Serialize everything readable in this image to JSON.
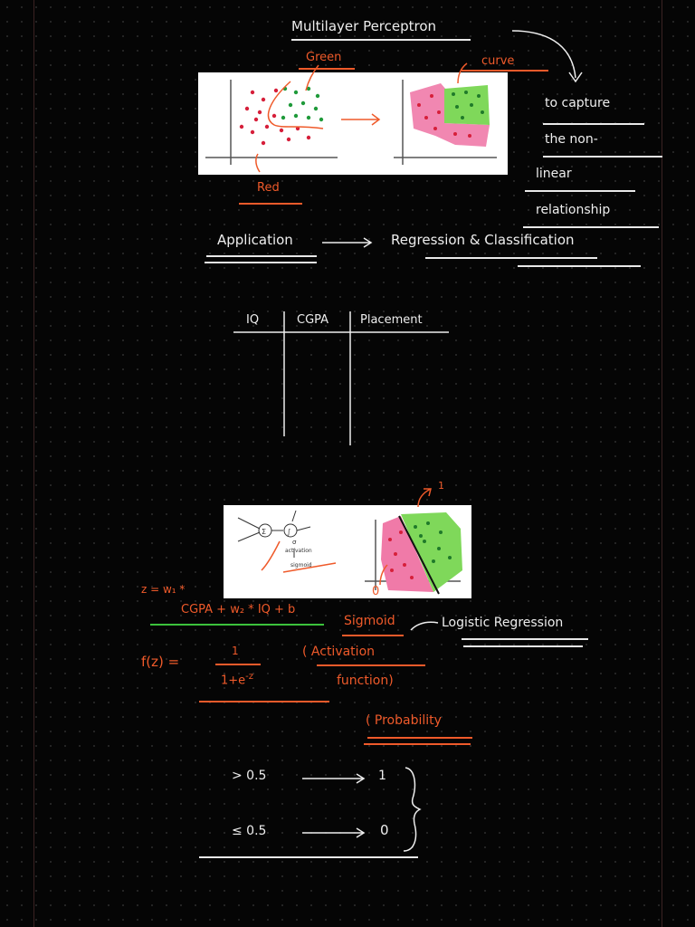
{
  "title": "Multilayer Perceptron",
  "labels": {
    "green": "Green",
    "curve": "curve",
    "red": "Red",
    "capture_lines": [
      "to capture",
      "the non-",
      "linear",
      "relationship"
    ]
  },
  "application": {
    "label": "Application",
    "target": "Regression & Classification"
  },
  "table": {
    "columns": [
      "IQ",
      "CGPA",
      "Placement"
    ]
  },
  "diagram2": {
    "neuron_labels": [
      "σ",
      "activation",
      "sigmoid"
    ],
    "plot_labels": [
      "1",
      "0"
    ]
  },
  "equations": {
    "z_line1": "z = w₁ *",
    "z_line2": "CGPA + w₂ * IQ + b",
    "sigmoid": "Sigmoid",
    "logistic": "Logistic Regression",
    "f_lhs": "f(z)  =",
    "numerator": "1",
    "denominator": "1+e",
    "exponent": "-z",
    "activation_1": "( Activation",
    "activation_2": "function)",
    "probability": "( Probability"
  },
  "threshold": {
    "rule_1_cond": "> 0.5",
    "rule_1_out": "1",
    "rule_2_cond": "≤ 0.5",
    "rule_2_out": "0"
  }
}
